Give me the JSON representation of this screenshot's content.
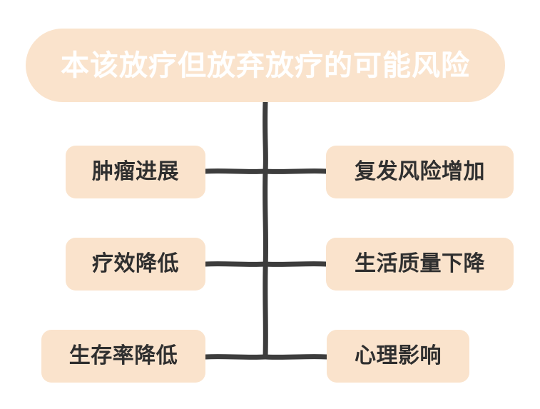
{
  "diagram": {
    "type": "mind-map",
    "background_color": "#FFFFFF",
    "node_fill_color": "#FAE3CC",
    "connector_color": "#3D3D3D",
    "title_text_color": "#FFFFFF",
    "node_text_color": "#2F2F2F",
    "root": {
      "label": "本该放疗但放弃放疗的可能风险"
    },
    "branches": {
      "left": [
        {
          "label": "肿瘤进展"
        },
        {
          "label": "疗效降低"
        },
        {
          "label": "生存率降低"
        }
      ],
      "right": [
        {
          "label": "复发风险增加"
        },
        {
          "label": "生活质量下降"
        },
        {
          "label": "心理影响"
        }
      ]
    }
  }
}
